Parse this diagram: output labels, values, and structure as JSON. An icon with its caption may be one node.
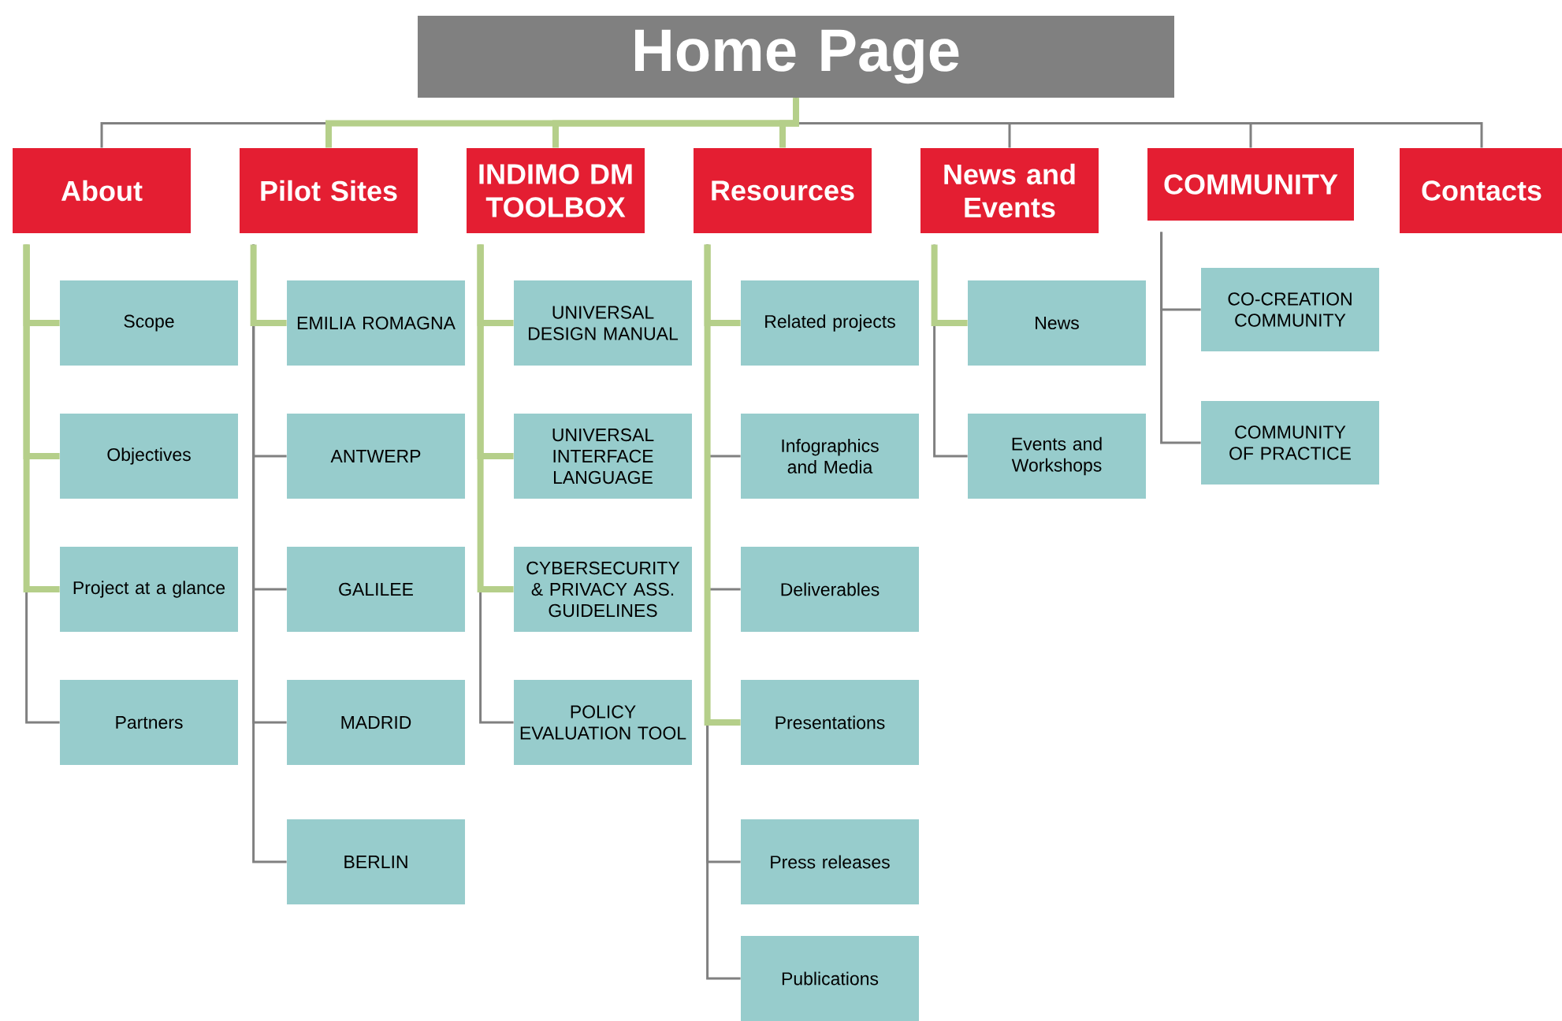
{
  "diagram": {
    "nodes": [
      {
        "text": [
          "Home Page"
        ]
      },
      {
        "text": [
          "About"
        ]
      },
      {
        "text": [
          "Scope"
        ]
      },
      {
        "text": [
          "Objectives"
        ]
      },
      {
        "text": [
          "Project at a glance"
        ]
      },
      {
        "text": [
          "Partners"
        ]
      },
      {
        "text": [
          "Pilot Sites"
        ]
      },
      {
        "text": [
          "EMILIA ROMAGNA"
        ]
      },
      {
        "text": [
          "ANTWERP"
        ]
      },
      {
        "text": [
          "GALILEE"
        ]
      },
      {
        "text": [
          "MADRID"
        ]
      },
      {
        "text": [
          "BERLIN"
        ]
      },
      {
        "text": [
          "INDIMO DM TOOLBOX"
        ]
      },
      {
        "text": [
          "UNIVERSAL DESIGN MANUAL"
        ]
      },
      {
        "text": [
          "UNIVERSAL INTERFACE LANGUAGE"
        ]
      },
      {
        "text": [
          "CYBERSECURITY & PRIVACY ASS. GUIDELINES"
        ]
      },
      {
        "text": [
          "POLICY EVALUATION TOOL"
        ]
      },
      {
        "text": [
          "Resources"
        ]
      },
      {
        "text": [
          "Related projects"
        ]
      },
      {
        "text": [
          "Infographics and Media"
        ]
      },
      {
        "text": [
          "Deliverables"
        ]
      },
      {
        "text": [
          "Presentations"
        ]
      },
      {
        "text": [
          "Press releases"
        ]
      },
      {
        "text": [
          "Publications"
        ]
      },
      {
        "text": [
          "News and Events"
        ]
      },
      {
        "text": [
          "News"
        ]
      },
      {
        "text": [
          "Events and Workshops"
        ]
      },
      {
        "text": [
          "COMMUNITY"
        ]
      },
      {
        "text": [
          "CO-CREATION COMMUNITY"
        ]
      },
      {
        "text": [
          "COMMUNITY OF PRACTICE"
        ]
      },
      {
        "text": [
          "Contacts"
        ]
      }
    ],
    "edges": [
      {
        "from": 0,
        "to": 1,
        "arrow": "none"
      },
      {
        "from": 0,
        "to": 6,
        "arrow": "none",
        "style": "thick",
        "color": "#b5cf8a"
      },
      {
        "from": 0,
        "to": 12,
        "arrow": "none",
        "style": "thick",
        "color": "#b5cf8a"
      },
      {
        "from": 0,
        "to": 17,
        "arrow": "none",
        "style": "thick",
        "color": "#b5cf8a"
      },
      {
        "from": 0,
        "to": 24,
        "arrow": "none"
      },
      {
        "from": 0,
        "to": 27,
        "arrow": "none"
      },
      {
        "from": 0,
        "to": 30,
        "arrow": "none"
      },
      {
        "from": 1,
        "to": 2,
        "arrow": "none",
        "style": "thick",
        "color": "#b5cf8a"
      },
      {
        "from": 1,
        "to": 3,
        "arrow": "none",
        "style": "thick",
        "color": "#b5cf8a"
      },
      {
        "from": 1,
        "to": 4,
        "arrow": "none",
        "style": "thick",
        "color": "#b5cf8a"
      },
      {
        "from": 1,
        "to": 5,
        "arrow": "none"
      },
      {
        "from": 6,
        "to": 7,
        "arrow": "none",
        "style": "thick",
        "color": "#b5cf8a"
      },
      {
        "from": 6,
        "to": 8,
        "arrow": "none"
      },
      {
        "from": 6,
        "to": 9,
        "arrow": "none"
      },
      {
        "from": 6,
        "to": 10,
        "arrow": "none"
      },
      {
        "from": 6,
        "to": 11,
        "arrow": "none"
      },
      {
        "from": 12,
        "to": 13,
        "arrow": "none",
        "style": "thick",
        "color": "#b5cf8a"
      },
      {
        "from": 12,
        "to": 14,
        "arrow": "none",
        "style": "thick",
        "color": "#b5cf8a"
      },
      {
        "from": 12,
        "to": 15,
        "arrow": "none",
        "style": "thick",
        "color": "#b5cf8a"
      },
      {
        "from": 12,
        "to": 16,
        "arrow": "none"
      },
      {
        "from": 17,
        "to": 18,
        "arrow": "none",
        "style": "thick",
        "color": "#b5cf8a"
      },
      {
        "from": 17,
        "to": 19,
        "arrow": "none"
      },
      {
        "from": 17,
        "to": 20,
        "arrow": "none"
      },
      {
        "from": 17,
        "to": 21,
        "arrow": "none",
        "style": "thick",
        "color": "#b5cf8a"
      },
      {
        "from": 17,
        "to": 22,
        "arrow": "none"
      },
      {
        "from": 17,
        "to": 23,
        "arrow": "none"
      },
      {
        "from": 24,
        "to": 25,
        "arrow": "none",
        "style": "thick",
        "color": "#b5cf8a"
      },
      {
        "from": 24,
        "to": 26,
        "arrow": "none"
      },
      {
        "from": 27,
        "to": 28,
        "arrow": "none"
      },
      {
        "from": 27,
        "to": 29,
        "arrow": "none"
      }
    ]
  }
}
